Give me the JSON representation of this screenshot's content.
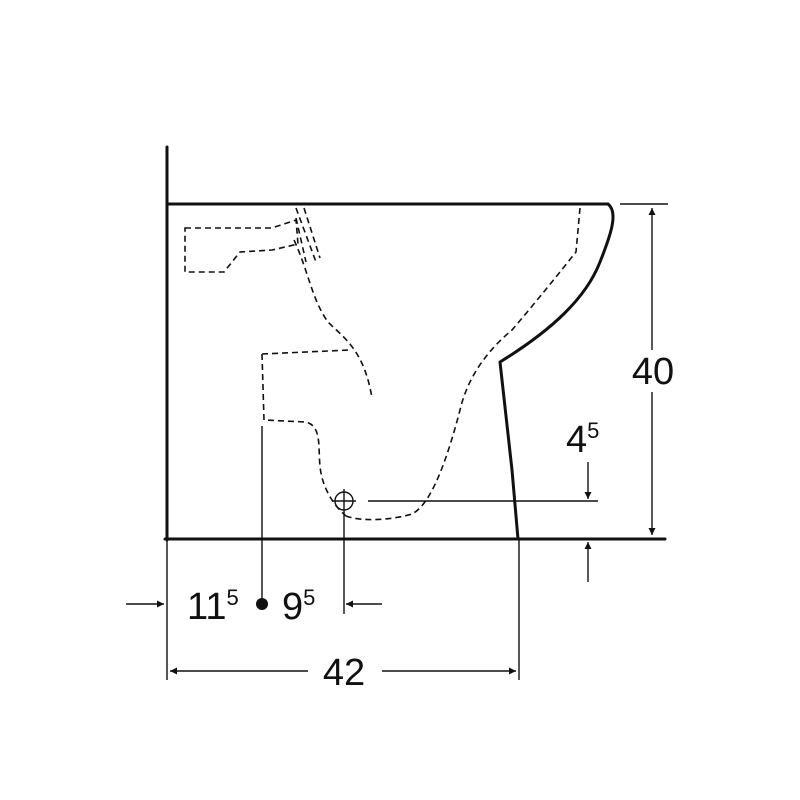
{
  "colors": {
    "line": "#111111",
    "background": "#ffffff"
  },
  "dimensions": {
    "height_main": "40",
    "outlet_height": {
      "base": "4",
      "sup": "5"
    },
    "left_offset": {
      "base": "11",
      "sup": "5"
    },
    "right_offset": {
      "base": "9",
      "sup": "5"
    },
    "depth": "42"
  }
}
